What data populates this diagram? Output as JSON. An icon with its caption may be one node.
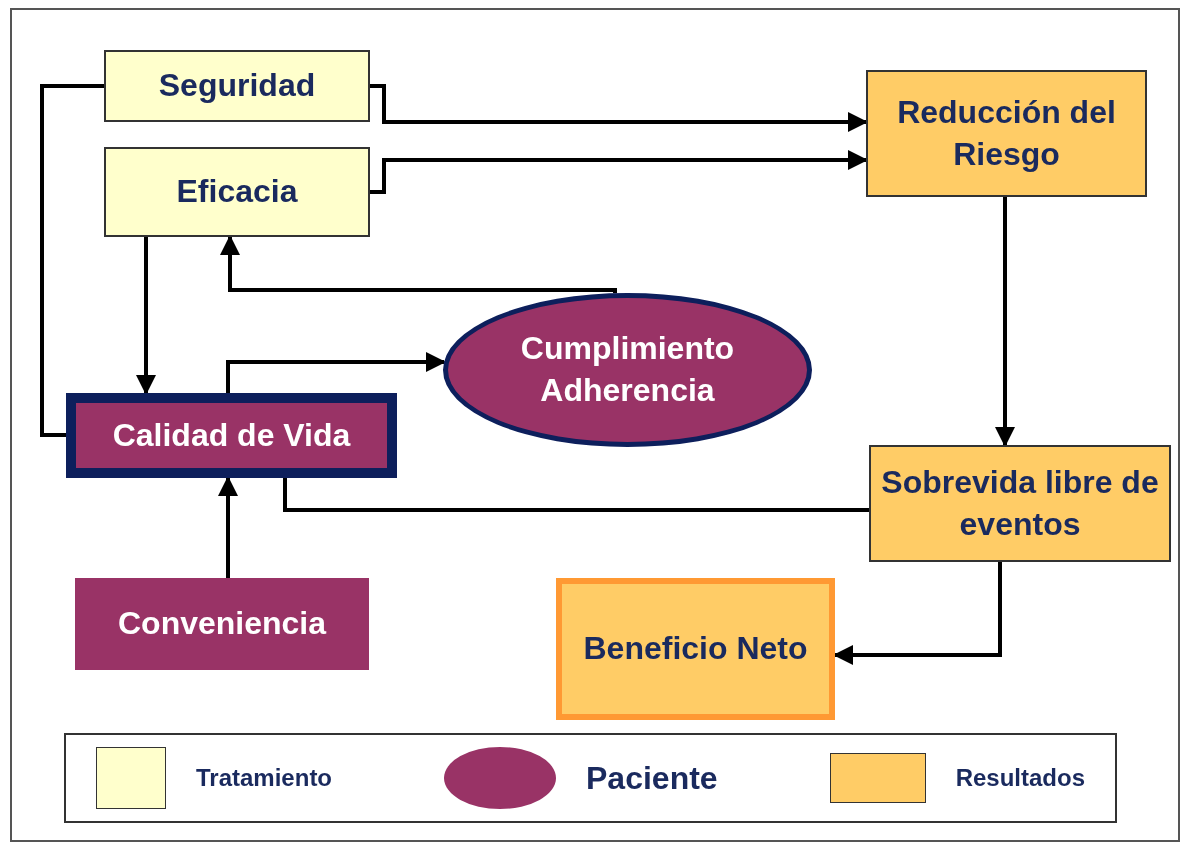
{
  "diagram": {
    "nodes": [
      {
        "text": [
          "Seguridad"
        ]
      },
      {
        "text": [
          "Eficacia"
        ]
      },
      {
        "text": [
          "Reducción del Riesgo"
        ]
      },
      {
        "text": [
          "Cumplimiento Adherencia"
        ]
      },
      {
        "text": [
          "Calidad de Vida"
        ]
      },
      {
        "text": [
          "Sobrevida libre de eventos"
        ]
      },
      {
        "text": [
          "Conveniencia"
        ]
      },
      {
        "text": [
          "Beneficio Neto"
        ]
      }
    ],
    "edges": [
      {
        "from": 0,
        "to": 2,
        "arrow": "to"
      },
      {
        "from": 1,
        "to": 2,
        "arrow": "to"
      },
      {
        "from": 2,
        "to": 5,
        "arrow": "to"
      },
      {
        "from": 5,
        "to": 7,
        "arrow": "to"
      },
      {
        "from": 1,
        "to": 4,
        "arrow": "to"
      },
      {
        "from": 3,
        "to": 1,
        "arrow": "to"
      },
      {
        "from": 4,
        "to": 3,
        "arrow": "to"
      },
      {
        "from": 6,
        "to": 4,
        "arrow": "to"
      },
      {
        "from": 0,
        "to": 4,
        "arrow": "none"
      },
      {
        "from": 4,
        "to": 5,
        "arrow": "none"
      }
    ],
    "legend": [
      {
        "text": "Tratamiento",
        "color": "#ffffcc"
      },
      {
        "text": "Paciente",
        "color": "#993366"
      },
      {
        "text": "Resultados",
        "color": "#ffcc66"
      }
    ]
  }
}
